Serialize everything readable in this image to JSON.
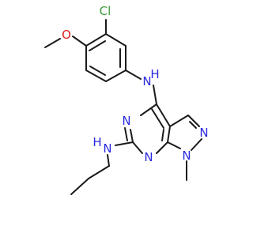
{
  "molecule": {
    "atoms": {
      "cl": {
        "label": "Cl",
        "color": "#3b9c3b"
      },
      "o": {
        "label": "O",
        "color": "#e02020"
      },
      "nh_aryl": {
        "label": "N",
        "h_label": "H",
        "color": "#2a2ae0"
      },
      "n_ring_top": {
        "label": "N",
        "color": "#2a2ae0"
      },
      "n_ring_bottom": {
        "label": "N",
        "color": "#2a2ae0"
      },
      "n_pyrazole_2": {
        "label": "N",
        "color": "#2a2ae0"
      },
      "n_pyrazole_1": {
        "label": "N",
        "color": "#2a2ae0"
      },
      "nh_propyl": {
        "label": "N",
        "h_label": "H",
        "color": "#2a2ae0"
      }
    },
    "bond_color": "#1a1a1a"
  }
}
